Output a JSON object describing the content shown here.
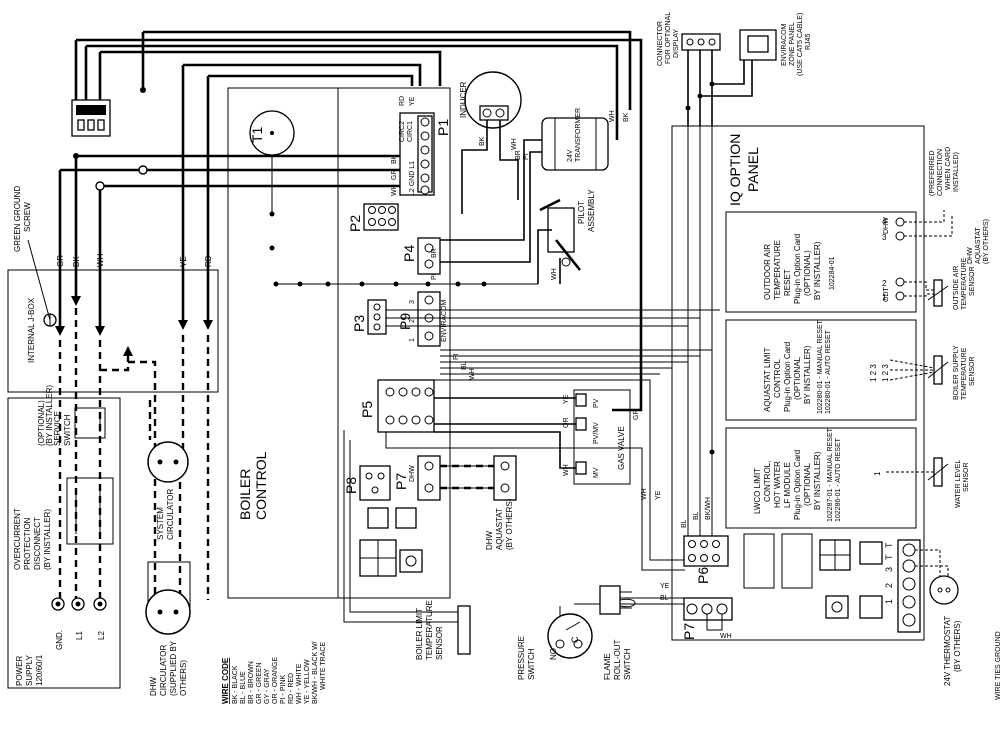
{
  "labels": {
    "boiler_control": [
      "BOILER",
      "CONTROL"
    ],
    "iq_option_panel": [
      "IQ OPTION",
      "PANEL"
    ],
    "inducer": "INDUCER",
    "transformer": [
      "24V",
      "TRANSFORMER"
    ],
    "pilot_assembly": [
      "PILOT",
      "ASSEMBLY"
    ],
    "gas_valve": "GAS VALVE",
    "internal_jbox": "INTERNAL J-BOX",
    "green_ground_screw": [
      "GREEN GROUND",
      "SCREW"
    ],
    "service_switch": [
      "SERVICE",
      "SWITCH",
      "(OPTIONAL)",
      "(BY INSTALLER)"
    ],
    "overcurrent": [
      "OVERCURRENT",
      "PROTECTION",
      "DISCONNECT",
      "(BY INSTALLER)"
    ],
    "power_supply": [
      "POWER",
      "SUPPLY",
      "120/60/1"
    ],
    "power_terminals": [
      "GND.",
      "L1",
      "L2"
    ],
    "system_circulator": [
      "SYSTEM",
      "CIRCULATOR"
    ],
    "dhw_circulator": [
      "DHW",
      "CIRCULATOR",
      "(SUPPLIED BY",
      "OTHERS)"
    ],
    "dhw_aquastat_left": [
      "DHW",
      "AQUASTAT",
      "(BY OTHERS)"
    ],
    "boiler_limit_sensor": [
      "BOILER LIMIT",
      "TEMPERATURE",
      "SENSOR"
    ],
    "pressure_switch": [
      "PRESSURE",
      "SWITCH"
    ],
    "flame_rollout": [
      "FLAME",
      "ROLL-OUT",
      "SWITCH"
    ],
    "connector_display": [
      "CONNECTOR",
      "FOR OPTIONAL",
      "DISPLAY"
    ],
    "enviracom_panel": [
      "ENVIRACOM",
      "ZONE PANEL",
      "(USE CAT5 CABLE)",
      "RJ45"
    ],
    "preferred_connection": [
      "(PREFERRED",
      "CONNECTION",
      "WHEN CARD",
      "INSTALLED)"
    ],
    "dhw_aquastat_right": [
      "DHW",
      "AQUASTAT",
      "(BY OTHERS)"
    ],
    "outside_air_sensor": [
      "OUTSIDE AIR",
      "TEMPERATURE",
      "SENSOR"
    ],
    "boiler_supply_sensor": [
      "BOILER SUPPLY",
      "TEMPERATURE",
      "SENSOR"
    ],
    "water_level_sensor": [
      "WATER LEVEL",
      "SENSOR"
    ],
    "thermostat": [
      "24V THERMOSTAT",
      "(BY OTHERS)"
    ],
    "outdoor_card": [
      "OUTDOOR AIR",
      "TEMPERATURE",
      "RESET",
      "Plug-in Option Card",
      "(OPTIONAL)",
      "BY INSTALLER)",
      "102284-01"
    ],
    "aquastat_card": [
      "AQUASTAT LIMIT",
      "CONTROL",
      "Plug-in Option Card",
      "(OPTIONAL",
      "BY INSTALLER)",
      "102280-01 - MANUAL RESET",
      "102280-01 - AUTO RESET"
    ],
    "lwco_card": [
      "LWCO LIMIT",
      "CONTROL,",
      "HOT WATER",
      "LF MODULE",
      "Plug-in Option Card",
      "(OPTIONAL",
      "BY INSTALLER)",
      "102287-01 - MANUAL RESET",
      "102286-01 - AUTO RESET"
    ],
    "p1_pins": [
      "WH",
      "GR",
      "BK",
      "CIRC1",
      "CIRC2",
      "YE",
      "RD"
    ],
    "p1_header": "L2 GND L1",
    "wire_tags": [
      "GR",
      "BK",
      "WH",
      "YE",
      "RD",
      "BK",
      "WH",
      "BR",
      "PI",
      "WH",
      "BK",
      "BR",
      "PI",
      "WH",
      "YE",
      "OR",
      "WH",
      "GR",
      "PI",
      "BL",
      "WH",
      "BL",
      "WH",
      "YE",
      "YE",
      "BL",
      "BL",
      "BK/WH",
      "WH"
    ],
    "gas_valve_terms": [
      "PV",
      "PV/MV",
      "MV"
    ],
    "p9_labels": [
      "1",
      "2",
      "3",
      "ENVIRACOM"
    ],
    "p8_labels": [
      "DHW",
      "1",
      "2"
    ],
    "option_terms": [
      "DHW",
      "3",
      "4",
      "ODT",
      "1",
      "2",
      "1 2 3",
      "1 2 3",
      "1"
    ],
    "p7_terms": [
      "1",
      "2",
      "3",
      "T",
      "T"
    ],
    "pressure_terms": [
      "NO",
      "C"
    ],
    "wire_code_title": "WIRE CODE",
    "wire_code": [
      "BK - BLACK",
      "BL - BLUE",
      "BR - BROWN",
      "GR - GREEN",
      "GY - GRAY",
      "OR - ORANGE",
      "PI - PINK",
      "RD - RED",
      "WH - WHITE",
      "YE - YELLOW",
      "BK/WH - BLACK W/",
      "WHITE TRACE"
    ],
    "connectors": [
      "P1",
      "P2",
      "P3",
      "P4",
      "P5",
      "P6",
      "P7",
      "P8",
      "P9",
      "P7",
      "T1"
    ],
    "corner_note": "WIRE TIES GROUND"
  }
}
